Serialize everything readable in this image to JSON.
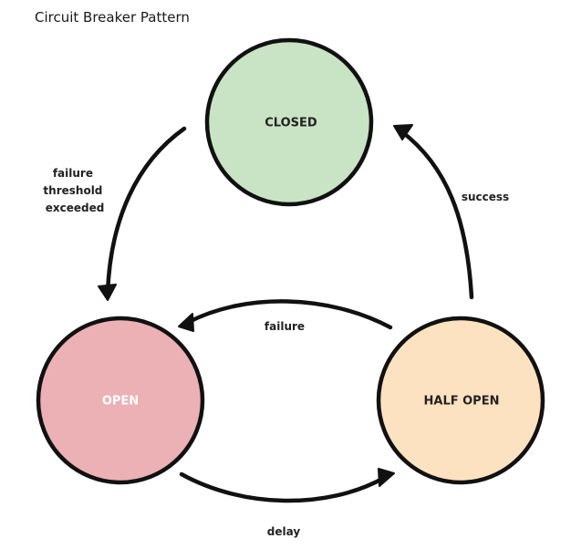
{
  "title": "Circuit Breaker Pattern",
  "states": {
    "closed": {
      "label": "CLOSED",
      "fill": "#c9e4c4",
      "text_color": "#222222"
    },
    "open": {
      "label": "OPEN",
      "fill": "#ecb1b4",
      "text_color": "#ffffff"
    },
    "half_open": {
      "label": "HALF OPEN",
      "fill": "#fde2c1",
      "text_color": "#222222"
    }
  },
  "transitions": {
    "closed_to_open": {
      "label_lines": [
        "failure",
        "threshold",
        "exceeded"
      ]
    },
    "half_open_to_closed": {
      "label": "success"
    },
    "half_open_to_open": {
      "label": "failure"
    },
    "open_to_half_open": {
      "label": "delay"
    }
  }
}
